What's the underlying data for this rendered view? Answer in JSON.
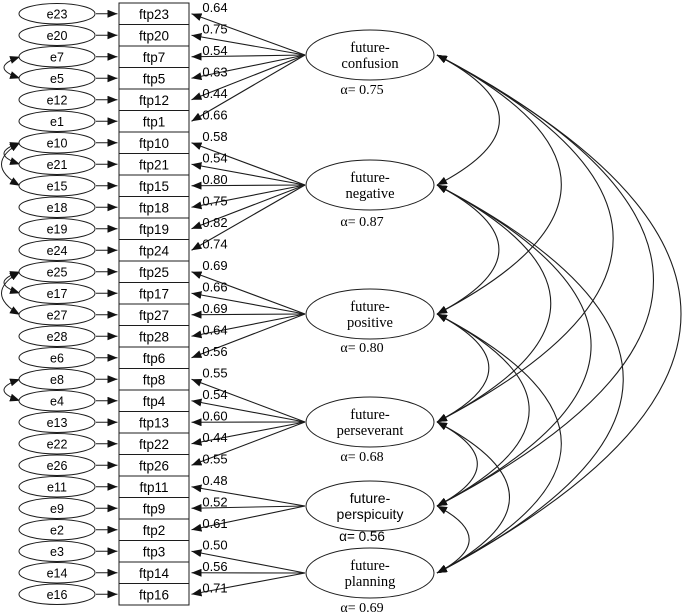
{
  "colors": {
    "stroke": "#1c1c1c",
    "text": "#000000",
    "background": "#ffffff"
  },
  "diagram": {
    "factors": [
      {
        "name": "future-confusion",
        "label_lines": [
          "future-",
          "confusion"
        ],
        "alpha": "α= 0.75",
        "items": [
          {
            "error": "e23",
            "item": "ftp23",
            "loading": "0.64"
          },
          {
            "error": "e20",
            "item": "ftp20",
            "loading": "0.75"
          },
          {
            "error": "e7",
            "item": "ftp7",
            "loading": "0.54"
          },
          {
            "error": "e5",
            "item": "ftp5",
            "loading": "0.63"
          },
          {
            "error": "e12",
            "item": "ftp12",
            "loading": "0.44"
          },
          {
            "error": "e1",
            "item": "ftp1",
            "loading": "0.66"
          }
        ]
      },
      {
        "name": "future-negative",
        "label_lines": [
          "future-",
          "negative"
        ],
        "alpha": "α= 0.87",
        "items": [
          {
            "error": "e10",
            "item": "ftp10",
            "loading": "0.58"
          },
          {
            "error": "e21",
            "item": "ftp21",
            "loading": "0.54"
          },
          {
            "error": "e15",
            "item": "ftp15",
            "loading": "0.80"
          },
          {
            "error": "e18",
            "item": "ftp18",
            "loading": "0.75"
          },
          {
            "error": "e19",
            "item": "ftp19",
            "loading": "0.82"
          },
          {
            "error": "e24",
            "item": "ftp24",
            "loading": "0.74"
          }
        ]
      },
      {
        "name": "future-positive",
        "label_lines": [
          "future-",
          "positive"
        ],
        "alpha": "α= 0.80",
        "items": [
          {
            "error": "e25",
            "item": "ftp25",
            "loading": "0.69"
          },
          {
            "error": "e17",
            "item": "ftp17",
            "loading": "0.66"
          },
          {
            "error": "e27",
            "item": "ftp27",
            "loading": "0.69"
          },
          {
            "error": "e28",
            "item": "ftp28",
            "loading": "0.64"
          },
          {
            "error": "e6",
            "item": "ftp6",
            "loading": "0.56"
          }
        ]
      },
      {
        "name": "future-perseverant",
        "label_lines": [
          "future-",
          "perseverant"
        ],
        "alpha": "α= 0.68",
        "items": [
          {
            "error": "e8",
            "item": "ftp8",
            "loading": "0.55"
          },
          {
            "error": "e4",
            "item": "ftp4",
            "loading": "0.54"
          },
          {
            "error": "e13",
            "item": "ftp13",
            "loading": "0.60"
          },
          {
            "error": "e22",
            "item": "ftp22",
            "loading": "0.44"
          },
          {
            "error": "e26",
            "item": "ftp26",
            "loading": "0.55"
          }
        ]
      },
      {
        "name": "future-perspicuity",
        "label_lines": [
          "future-",
          "perspicuity"
        ],
        "alpha": "α= 0.56",
        "items": [
          {
            "error": "e11",
            "item": "ftp11",
            "loading": "0.48"
          },
          {
            "error": "e9",
            "item": "ftp9",
            "loading": "0.52"
          },
          {
            "error": "e2",
            "item": "ftp2",
            "loading": "0.61"
          }
        ]
      },
      {
        "name": "future-planning",
        "label_lines": [
          "future-",
          "planning"
        ],
        "alpha": "α= 0.69",
        "items": [
          {
            "error": "e3",
            "item": "ftp3",
            "loading": "0.50"
          },
          {
            "error": "e14",
            "item": "ftp14",
            "loading": "0.56"
          },
          {
            "error": "e16",
            "item": "ftp16",
            "loading": "0.71"
          }
        ]
      }
    ],
    "error_covariances": [
      [
        "e7",
        "e5"
      ],
      [
        "e10",
        "e21"
      ],
      [
        "e10",
        "e15"
      ],
      [
        "e25",
        "e17"
      ],
      [
        "e25",
        "e27"
      ],
      [
        "e8",
        "e4"
      ]
    ],
    "factor_covariances": [
      [
        "future-confusion",
        "future-negative"
      ],
      [
        "future-confusion",
        "future-positive"
      ],
      [
        "future-confusion",
        "future-perseverant"
      ],
      [
        "future-confusion",
        "future-perspicuity"
      ],
      [
        "future-confusion",
        "future-planning"
      ],
      [
        "future-negative",
        "future-positive"
      ],
      [
        "future-negative",
        "future-perseverant"
      ],
      [
        "future-negative",
        "future-perspicuity"
      ],
      [
        "future-negative",
        "future-planning"
      ],
      [
        "future-positive",
        "future-perseverant"
      ],
      [
        "future-positive",
        "future-perspicuity"
      ],
      [
        "future-positive",
        "future-planning"
      ],
      [
        "future-perseverant",
        "future-perspicuity"
      ],
      [
        "future-perseverant",
        "future-planning"
      ],
      [
        "future-perspicuity",
        "future-planning"
      ]
    ]
  }
}
